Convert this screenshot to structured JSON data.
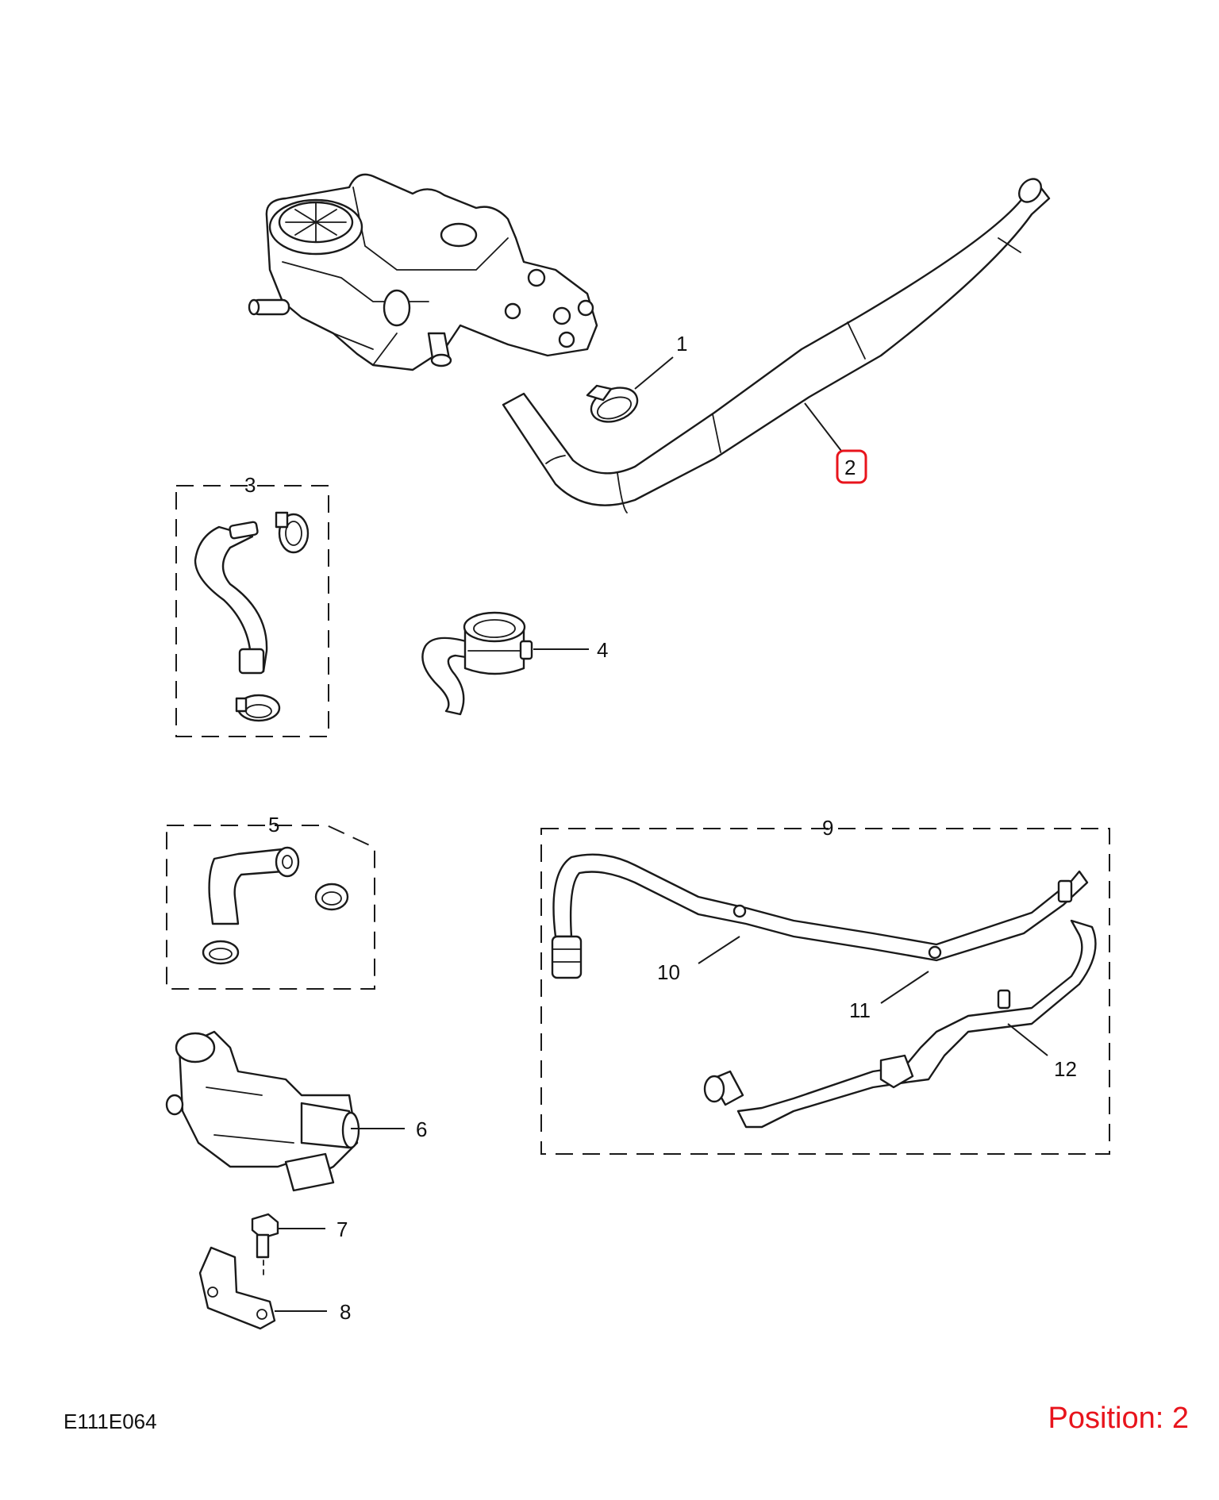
{
  "diagram": {
    "callouts": [
      {
        "id": "1",
        "label": "1"
      },
      {
        "id": "2",
        "label": "2"
      },
      {
        "id": "3",
        "label": "3"
      },
      {
        "id": "4",
        "label": "4"
      },
      {
        "id": "5",
        "label": "5"
      },
      {
        "id": "6",
        "label": "6"
      },
      {
        "id": "7",
        "label": "7"
      },
      {
        "id": "8",
        "label": "8"
      },
      {
        "id": "9",
        "label": "9"
      },
      {
        "id": "10",
        "label": "10"
      },
      {
        "id": "11",
        "label": "11"
      },
      {
        "id": "12",
        "label": "12"
      }
    ],
    "highlighted_callout": "2",
    "highlight_color": "#e8141c"
  },
  "footer": {
    "code": "E111E064",
    "position": "Position: 2"
  }
}
